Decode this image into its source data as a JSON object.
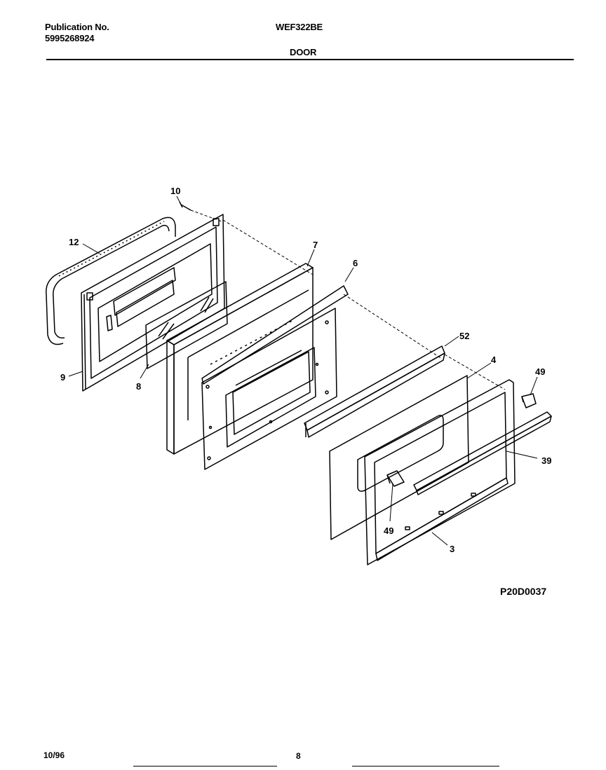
{
  "header": {
    "publication_label": "Publication No.",
    "publication_number": "5995268924",
    "model": "WEF322BE",
    "section": "DOOR"
  },
  "callouts": {
    "c10": "10",
    "c12": "12",
    "c7": "7",
    "c6": "6",
    "c9": "9",
    "c8": "8",
    "c52": "52",
    "c4": "4",
    "c49a": "49",
    "c39": "39",
    "c49b": "49",
    "c3": "3"
  },
  "figure_code": "P20D0037",
  "footer": {
    "date": "10/96",
    "page": "8"
  }
}
